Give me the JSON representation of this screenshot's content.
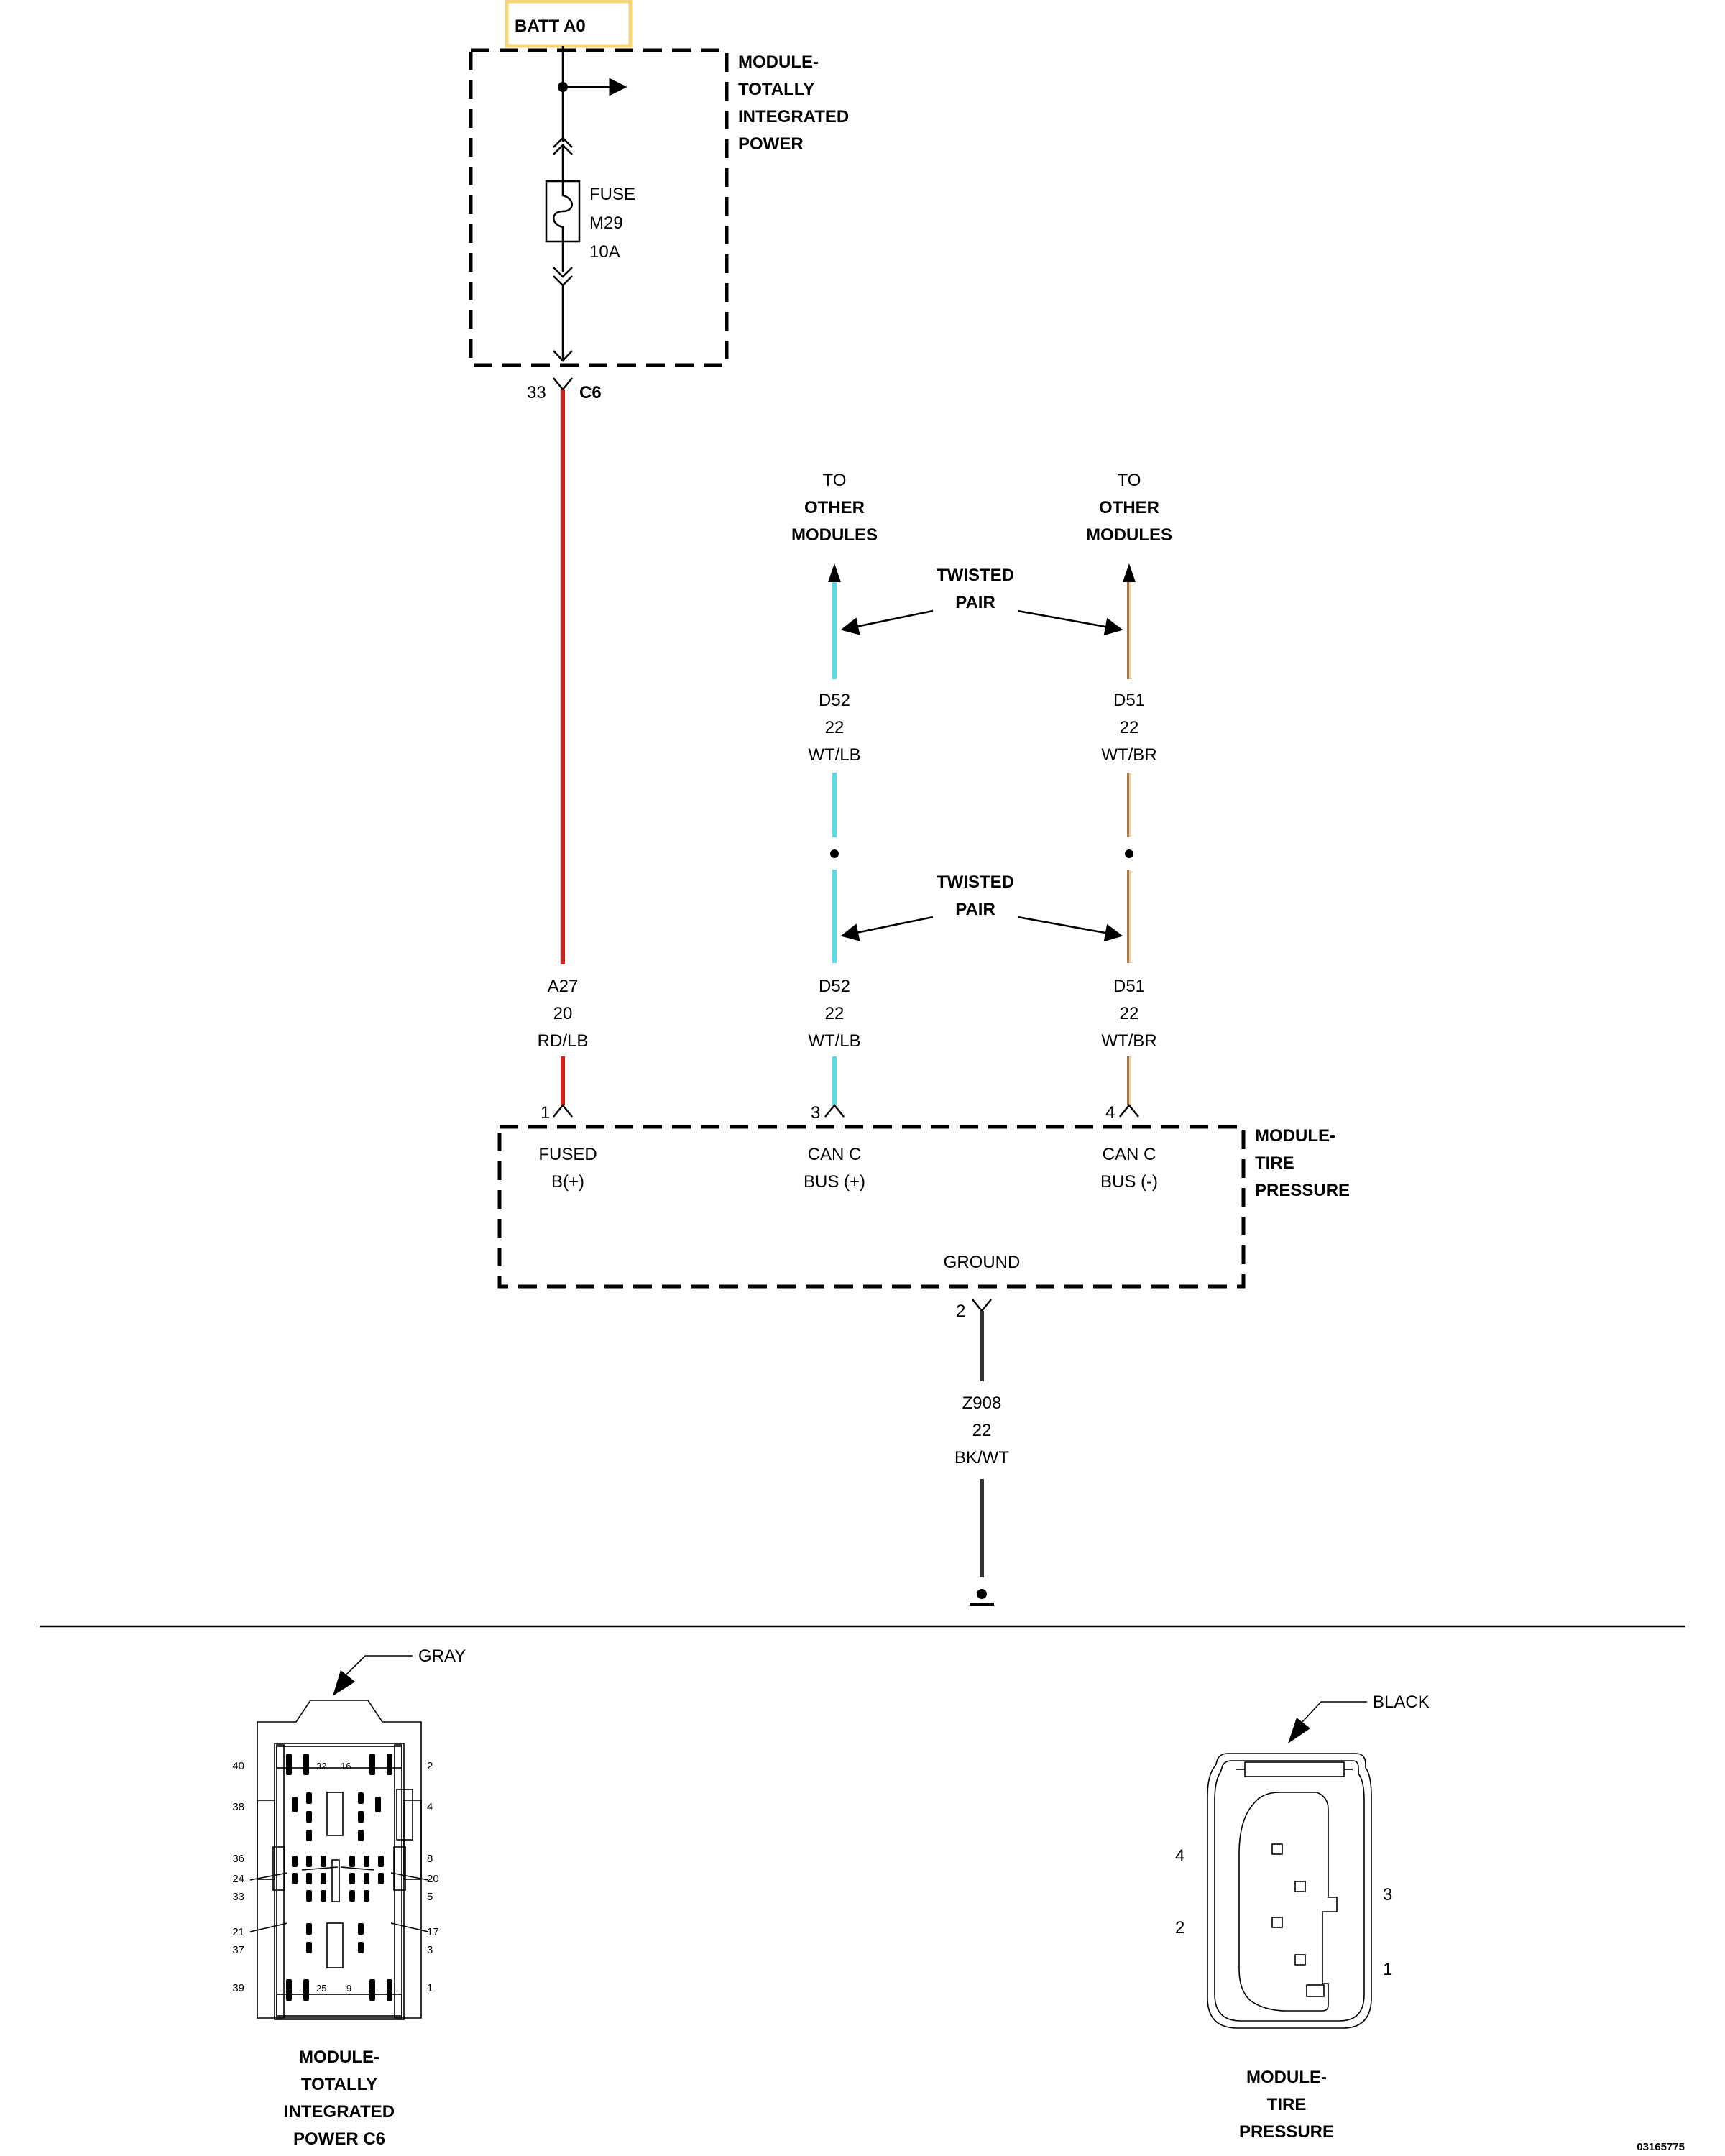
{
  "batt_label": "BATT A0",
  "highlight_color": "#F5D77A",
  "tipm": {
    "title_lines": [
      "MODULE-",
      "TOTALLY",
      "INTEGRATED",
      "POWER"
    ],
    "fuse_lines": [
      "FUSE",
      "M29",
      "10A"
    ],
    "connector_pin": "33",
    "connector_name": "C6"
  },
  "to_other_modules": [
    "TO",
    "OTHER",
    "MODULES"
  ],
  "twisted_pair": [
    "TWISTED",
    "PAIR"
  ],
  "wires": {
    "a27": {
      "code": "A27",
      "gauge": "20",
      "color_code": "RD/LB",
      "colors": [
        "#D62020",
        "#4FA3E0"
      ]
    },
    "d52": {
      "code": "D52",
      "gauge": "22",
      "color_code": "WT/LB",
      "colors": [
        "#FFFFFF",
        "#5FD8E8"
      ]
    },
    "d51": {
      "code": "D51",
      "gauge": "22",
      "color_code": "WT/BR",
      "colors": [
        "#FFFFFF",
        "#A07A4A"
      ]
    },
    "z908": {
      "code": "Z908",
      "gauge": "22",
      "color_code": "BK/WT",
      "colors": [
        "#222222",
        "#BBBBBB"
      ]
    }
  },
  "tpm": {
    "title_lines": [
      "MODULE-",
      "TIRE",
      "PRESSURE"
    ],
    "pins": [
      {
        "num": "1",
        "label_lines": [
          "FUSED",
          "B(+)"
        ]
      },
      {
        "num": "3",
        "label_lines": [
          "CAN C",
          "BUS (+)"
        ]
      },
      {
        "num": "4",
        "label_lines": [
          "CAN C",
          "BUS (-)"
        ]
      }
    ],
    "ground_label": "GROUND",
    "ground_pin": "2"
  },
  "c6_connector": {
    "color_label": "GRAY",
    "caption_lines": [
      "MODULE-",
      "TOTALLY",
      "INTEGRATED",
      "POWER C6"
    ],
    "left_pins": [
      "40",
      "38",
      "36",
      "24",
      "33",
      "21",
      "37",
      "39"
    ],
    "right_pins": [
      "2",
      "4",
      "8",
      "20",
      "5",
      "17",
      "3",
      "1"
    ],
    "top_inner_pins": [
      "32",
      "16"
    ],
    "bottom_inner_pins": [
      "25",
      "9"
    ]
  },
  "tpm_connector": {
    "color_label": "BLACK",
    "caption_lines": [
      "MODULE-",
      "TIRE",
      "PRESSURE"
    ],
    "pins": [
      "4",
      "2",
      "3",
      "1"
    ]
  },
  "diagram_id": "03165775"
}
